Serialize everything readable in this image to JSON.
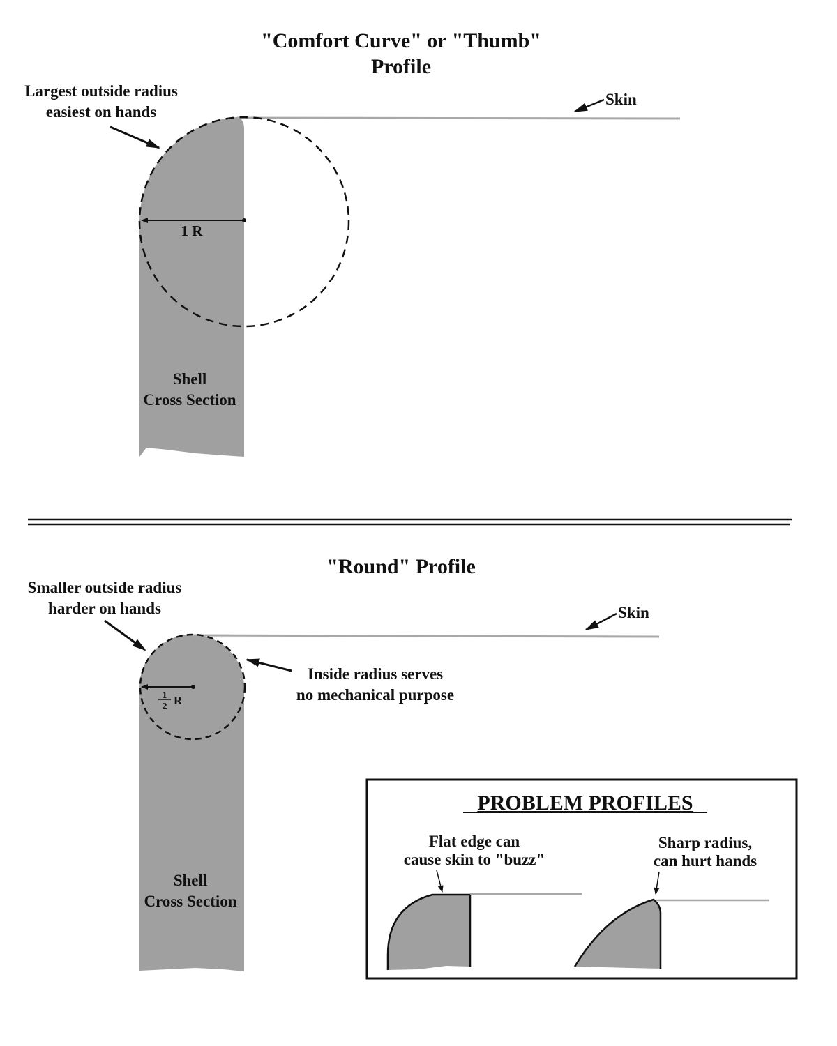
{
  "top": {
    "title_line1": "\"Comfort Curve\" or \"Thumb\"",
    "title_line2": "Profile",
    "annotation_line1": "Largest outside radius",
    "annotation_line2": "easiest on hands",
    "skin_label": "Skin",
    "radius_label": "1 R",
    "shell_line1": "Shell",
    "shell_line2": "Cross Section"
  },
  "bottom": {
    "title": "\"Round\" Profile",
    "annotation_line1": "Smaller outside radius",
    "annotation_line2": "harder on hands",
    "skin_label": "Skin",
    "inside_line1": "Inside radius serves",
    "inside_line2": "no mechanical purpose",
    "radius_num": "1",
    "radius_den": "2",
    "radius_unit": "R",
    "shell_line1": "Shell",
    "shell_line2": "Cross Section"
  },
  "problem_box": {
    "title": "PROBLEM PROFILES",
    "flat_line1": "Flat edge can",
    "flat_line2": "cause skin to \"buzz\"",
    "sharp_line1": "Sharp radius,",
    "sharp_line2": "can hurt hands"
  },
  "colors": {
    "shell": "#a0a0a0",
    "skin": "#a8a8a8",
    "ink": "#111111"
  }
}
